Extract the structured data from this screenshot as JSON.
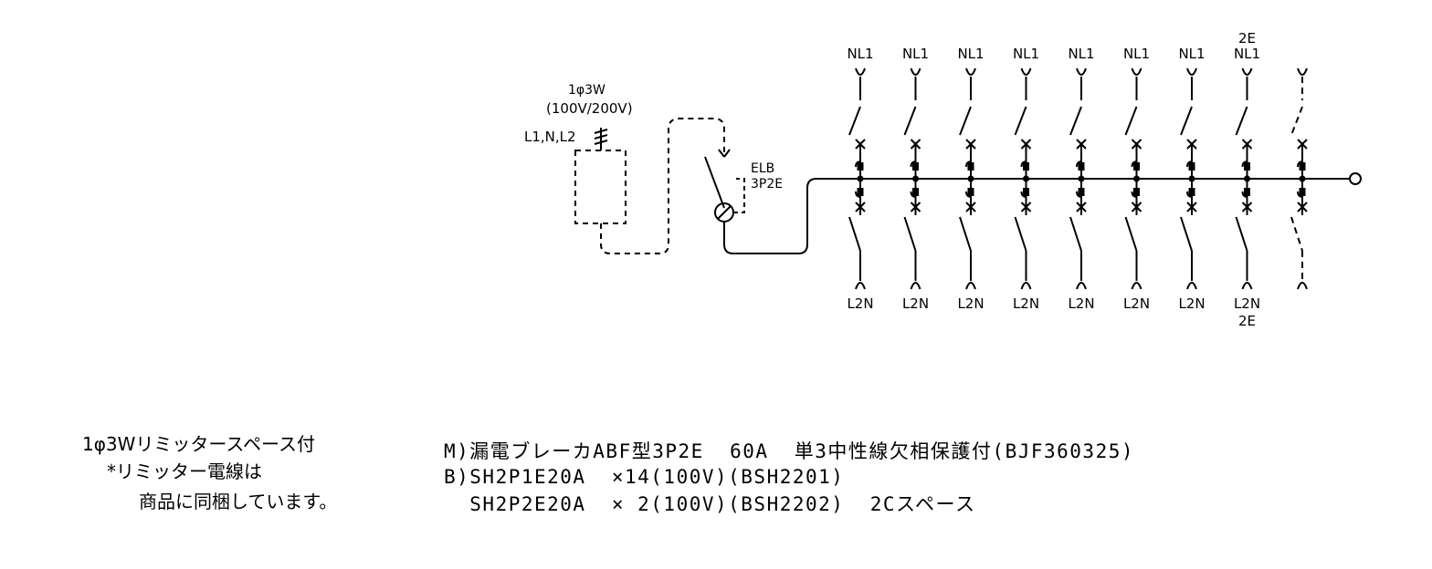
{
  "supply": {
    "phase": "1φ3W",
    "voltage": "(100V/200V)",
    "lines": "L1,N,L2"
  },
  "main_breaker": {
    "name": "ELB",
    "poles": "3P2E"
  },
  "branches": [
    {
      "top": "NL1",
      "bottom": "L2N",
      "top_extra": "",
      "bottom_extra": "",
      "spare": false
    },
    {
      "top": "NL1",
      "bottom": "L2N",
      "top_extra": "",
      "bottom_extra": "",
      "spare": false
    },
    {
      "top": "NL1",
      "bottom": "L2N",
      "top_extra": "",
      "bottom_extra": "",
      "spare": false
    },
    {
      "top": "NL1",
      "bottom": "L2N",
      "top_extra": "",
      "bottom_extra": "",
      "spare": false
    },
    {
      "top": "NL1",
      "bottom": "L2N",
      "top_extra": "",
      "bottom_extra": "",
      "spare": false
    },
    {
      "top": "NL1",
      "bottom": "L2N",
      "top_extra": "",
      "bottom_extra": "",
      "spare": false
    },
    {
      "top": "NL1",
      "bottom": "L2N",
      "top_extra": "",
      "bottom_extra": "",
      "spare": false
    },
    {
      "top": "NL1",
      "bottom": "L2N",
      "top_extra": "2E",
      "bottom_extra": "2E",
      "spare": false
    },
    {
      "top": "",
      "bottom": "",
      "top_extra": "",
      "bottom_extra": "",
      "spare": true
    }
  ],
  "notes": {
    "line1": "1φ3Wリミッタースペース付",
    "line2": "*リミッター電線は",
    "line3": "商品に同梱しています。"
  },
  "specs": {
    "line1": "M)漏電ブレーカABF型3P2E  60A  単3中性線欠相保護付(BJF360325)",
    "line2": "B)SH2P1E20A  ×14(100V)(BSH2201)",
    "line3": "  SH2P2E20A  × 2(100V)(BSH2202)  2Cスペース"
  }
}
